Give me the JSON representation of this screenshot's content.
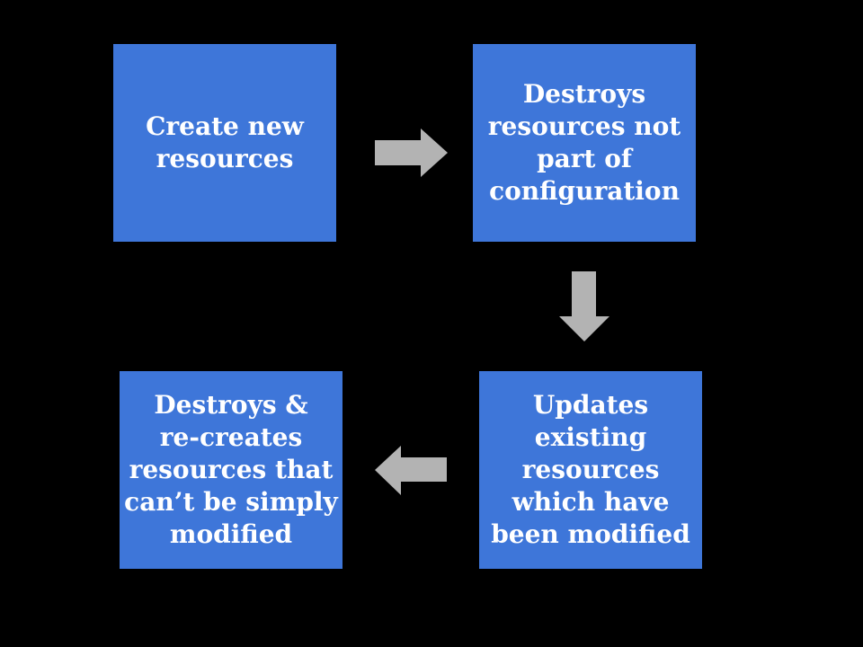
{
  "diagram": {
    "boxes": [
      {
        "id": "create",
        "label": "Create new\nresources"
      },
      {
        "id": "destroy-unmanaged",
        "label": "Destroys\nresources not\npart of\nconfiguration"
      },
      {
        "id": "update-modified",
        "label": "Updates\nexisting\nresources\nwhich have\nbeen modified"
      },
      {
        "id": "destroy-recreate",
        "label": "Destroys &\nre-creates\nresources that\ncan’t be simply\nmodified"
      }
    ],
    "arrows": [
      {
        "from": "create",
        "to": "destroy-unmanaged",
        "direction": "right"
      },
      {
        "from": "destroy-unmanaged",
        "to": "update-modified",
        "direction": "down"
      },
      {
        "from": "update-modified",
        "to": "destroy-recreate",
        "direction": "left"
      }
    ]
  },
  "colors": {
    "background": "#000000",
    "box_fill": "#3e76d9",
    "box_text": "#ffffff",
    "arrow_fill": "#b3b3b3"
  }
}
